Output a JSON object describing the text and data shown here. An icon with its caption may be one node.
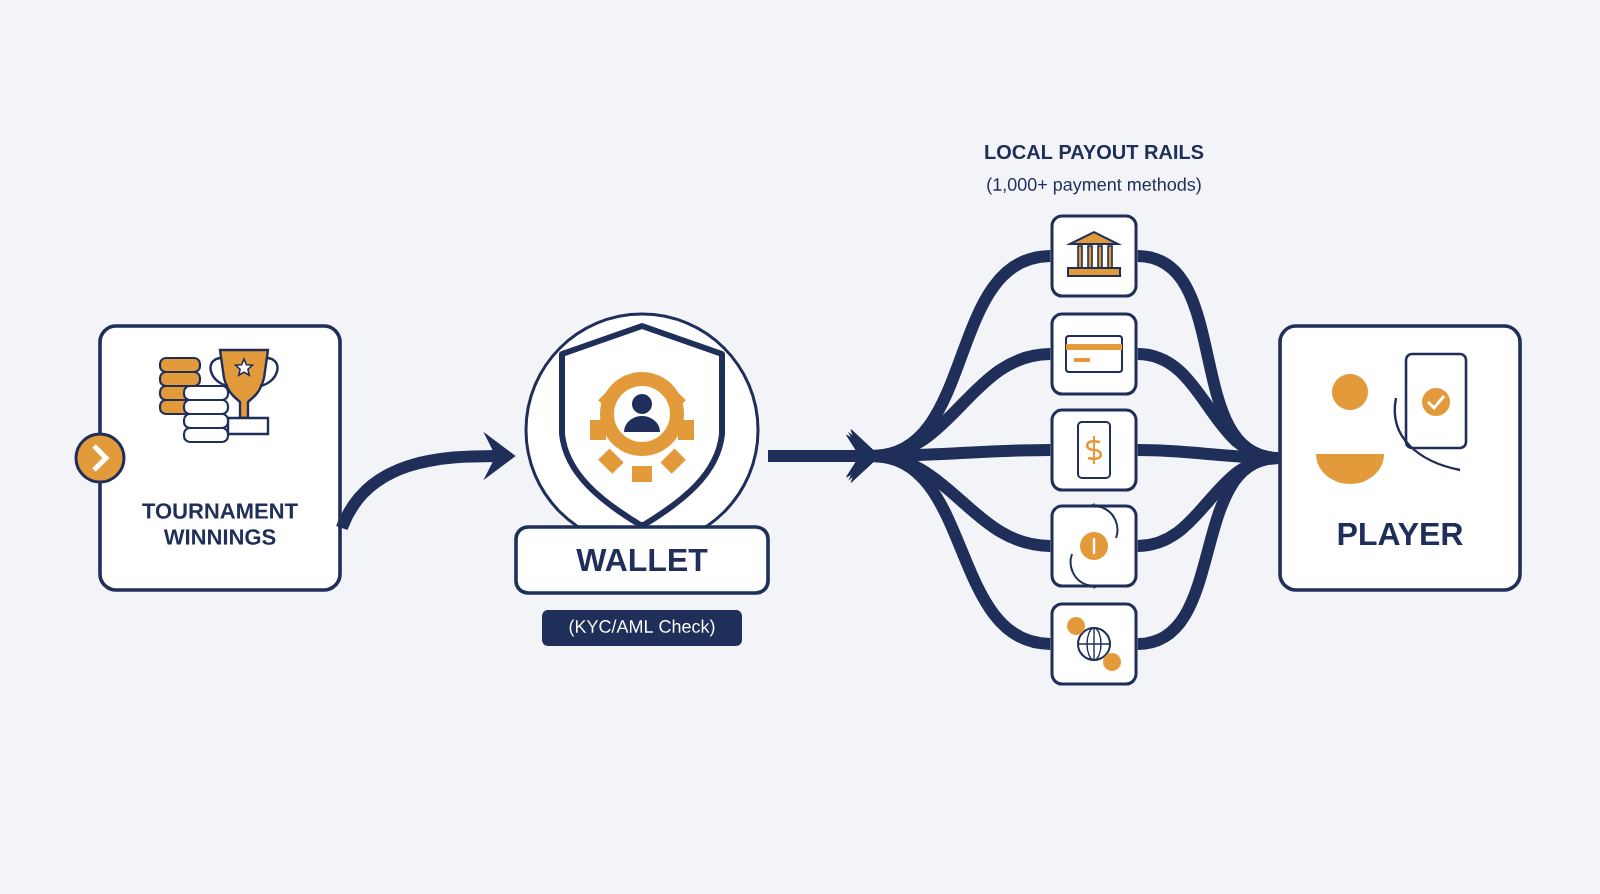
{
  "diagram": {
    "nodes": [
      {
        "text": [
          "TOURNAMENT WINNINGS"
        ]
      },
      {
        "text": [
          "WALLET"
        ],
        "beside": [
          "(KYC/AML Check)"
        ]
      },
      {
        "text": [],
        "shape": "box"
      },
      {
        "text": [],
        "shape": "box"
      },
      {
        "text": [],
        "shape": "box"
      },
      {
        "text": [],
        "shape": "box"
      },
      {
        "text": [],
        "shape": "box"
      },
      {
        "text": [
          "PLAYER"
        ]
      }
    ],
    "edges": [
      {
        "from": 0,
        "to": 1,
        "arrow": "to"
      },
      {
        "from": 1,
        "to": 2,
        "arrow": "to"
      },
      {
        "from": 1,
        "to": 3,
        "arrow": "to"
      },
      {
        "from": 1,
        "to": 4,
        "arrow": "to"
      },
      {
        "from": 1,
        "to": 5,
        "arrow": "to"
      },
      {
        "from": 1,
        "to": 6,
        "arrow": "to"
      },
      {
        "from": 2,
        "to": 7,
        "arrow": "none"
      },
      {
        "from": 3,
        "to": 7,
        "arrow": "none"
      },
      {
        "from": 4,
        "to": 7,
        "arrow": "none"
      },
      {
        "from": 5,
        "to": 7,
        "arrow": "none"
      },
      {
        "from": 6,
        "to": 7,
        "arrow": "none"
      }
    ],
    "labels": [
      "LOCAL PAYOUT RAILS",
      "(1,000+ payment methods)"
    ]
  }
}
